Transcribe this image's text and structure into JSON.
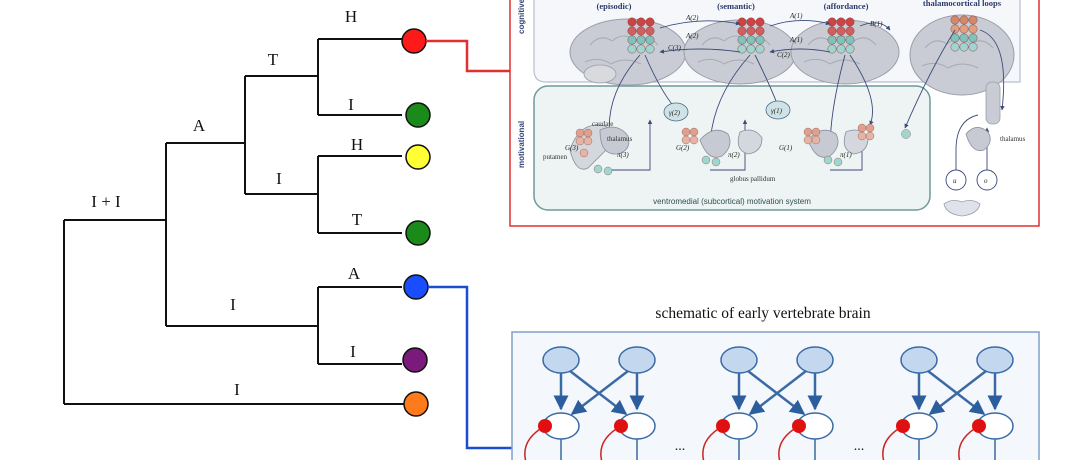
{
  "tree": {
    "root_label": "I + I",
    "branch_labels": {
      "upper_clade": "A",
      "lower_clade": "I",
      "outgroup": "I",
      "t_clade": "T",
      "i_clade": "I",
      "lower_a": "A",
      "lower_i": "I"
    },
    "leaves": [
      {
        "label": "H",
        "color": "#ff1a1a"
      },
      {
        "label": "I",
        "color": "#1a8a1a"
      },
      {
        "label": "H",
        "color": "#ffff33"
      },
      {
        "label": "T",
        "color": "#1a8a1a"
      },
      {
        "label": "A",
        "color": "#1a4dff"
      },
      {
        "label": "I",
        "color": "#7a1a7a"
      },
      {
        "label": "I",
        "color": "#ff7a1a"
      }
    ]
  },
  "top_panel": {
    "border_color": "#e03030",
    "side_labels": {
      "upper": "cognitive",
      "lower": "motivational"
    },
    "column_titles": [
      "(episodic)",
      "(semantic)",
      "(affordance)",
      "thalamocortical loops"
    ],
    "annotations": {
      "a2_1": "A(2)",
      "a2_2": "A(2)",
      "a1_1": "A(1)",
      "a1_2": "A(1)",
      "b1": "B(1)",
      "c3": "C(3)",
      "c2": "C(2)",
      "gamma2": "γ(2)",
      "gamma1": "γ(1)",
      "caudate": "caudate",
      "thalamus_inner": "thalamus",
      "putamen": "putamen",
      "g3": "G(3)",
      "pi3": "π(3)",
      "g2": "G(2)",
      "pi2": "π(2)",
      "g1": "G(1)",
      "pi1": "π(1)",
      "globus": "globus pallidum",
      "thalamus_right": "thalamus",
      "u": "u",
      "o": "o"
    },
    "inner_box_label": "ventromedial (subcortical) motivation system"
  },
  "bottom_panel": {
    "title": "schematic of early vertebrate brain",
    "ellipsis": "...",
    "border_color": "#7fa0c8"
  },
  "connector_colors": {
    "red": "#e03030",
    "blue": "#1a4dd0"
  }
}
